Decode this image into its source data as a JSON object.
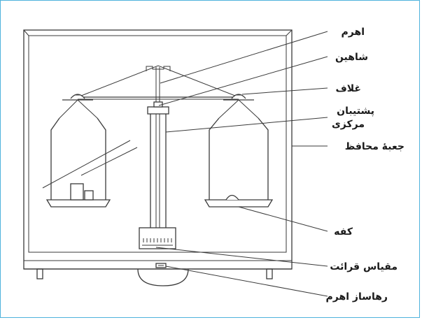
{
  "labels": {
    "beam": "اهرم",
    "pointer": "شاهین",
    "sheath": "غلاف",
    "central_support_line1": "پشتیبان",
    "central_support_line2": "مرکزی",
    "protective_case": "جعبهٔ محافظ",
    "pan": "کفه",
    "reading_scale": "مقیاس قرائت",
    "beam_release": "رهاساز اهرم"
  },
  "colors": {
    "frame_border": "#4fb3dc",
    "line": "#3a3a3a"
  }
}
